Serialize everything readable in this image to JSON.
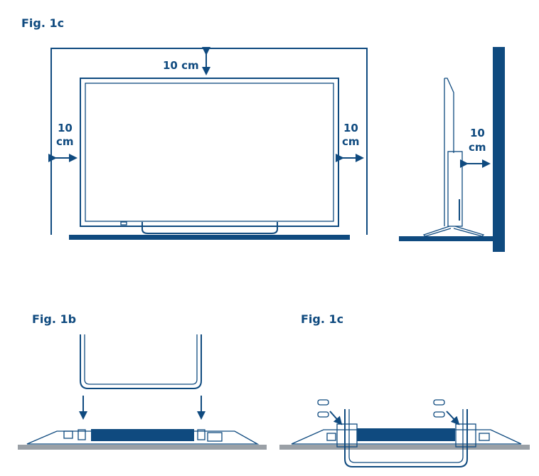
{
  "figures": {
    "top": {
      "label": "Fig. 1c",
      "top_clearance": "10 cm",
      "left_clearance": {
        "value": "10",
        "unit": "cm"
      },
      "right_clearance": {
        "value": "10",
        "unit": "cm"
      },
      "wall_clearance": {
        "value": "10",
        "unit": "cm"
      }
    },
    "bottom_left": {
      "label": "Fig. 1b"
    },
    "bottom_right": {
      "label": "Fig. 1c"
    }
  },
  "colors": {
    "primary": "#0f4a7f",
    "surface": "#9aa0a6"
  }
}
